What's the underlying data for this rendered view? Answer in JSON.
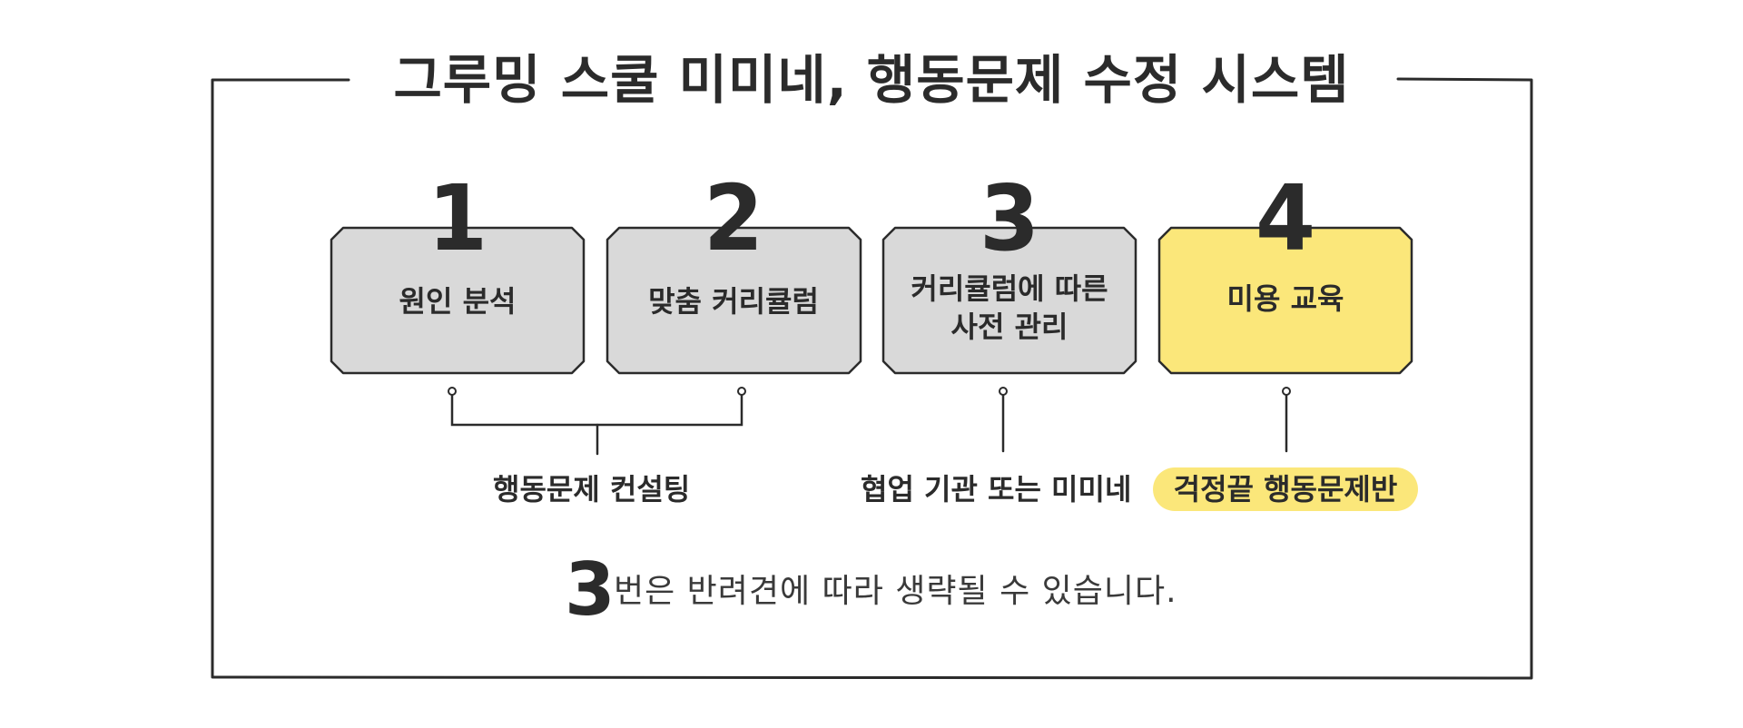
{
  "title": "그루밍 스쿨 미미네, 행동문제 수정 시스템",
  "steps": [
    {
      "number": "1",
      "label": "원인 분석",
      "highlight": false
    },
    {
      "number": "2",
      "label": "맞춤 커리큘럼",
      "highlight": false
    },
    {
      "number": "3",
      "label": "커리큘럼에 따른\n사전 관리",
      "highlight": false
    },
    {
      "number": "4",
      "label": "미용 교육",
      "highlight": true
    }
  ],
  "groups": {
    "consulting": "행동문제 컨설팅",
    "partner": "협업 기관 또는 미미네",
    "program": "걱정끝 행동문제반"
  },
  "note": {
    "number": "3",
    "text": "번은 반려견에 따라 생략될 수 있습니다."
  },
  "colors": {
    "box_default": "#d9d9d9",
    "box_highlight": "#fbe77a",
    "stroke": "#2b2b2b",
    "pill": "#fbe77a"
  }
}
